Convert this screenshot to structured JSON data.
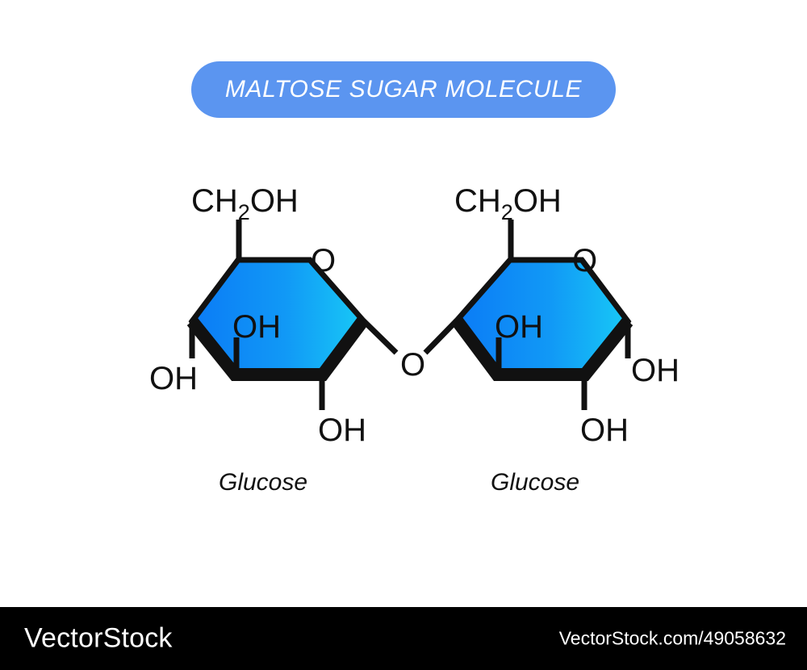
{
  "page": {
    "background_color": "#ffffff"
  },
  "title": {
    "text": "MALTOSE SUGAR MOLECULE",
    "pill_color": "#5b95f0",
    "text_color": "#ffffff"
  },
  "diagram": {
    "type": "haworth-projection",
    "bond_color": "#111111",
    "ring_gradient_start": "#0b7bf6",
    "ring_gradient_end": "#18c9f6",
    "glycosidic_oxygen": "O",
    "units": [
      {
        "name": "Glucose",
        "position": "left",
        "ring_oxygen": "O",
        "substituents": {
          "c6_hydroxymethyl": "CH",
          "c6_hydroxymethyl_sub": "2",
          "c6_hydroxymethyl_tail": "OH",
          "c4_hydroxyl": "OH",
          "c2_hydroxyl": "OH",
          "c3_hydroxyl": "OH"
        }
      },
      {
        "name": "Glucose",
        "position": "right",
        "ring_oxygen": "O",
        "substituents": {
          "c6_hydroxymethyl": "CH",
          "c6_hydroxymethyl_sub": "2",
          "c6_hydroxymethyl_tail": "OH",
          "c4_hydroxyl": "OH",
          "c2_hydroxyl": "OH",
          "c3_hydroxyl": "OH"
        }
      }
    ]
  },
  "footer": {
    "brand": "VectorStock",
    "url": "VectorStock.com/49058632",
    "background_color": "#000000",
    "text_color": "#ffffff"
  }
}
